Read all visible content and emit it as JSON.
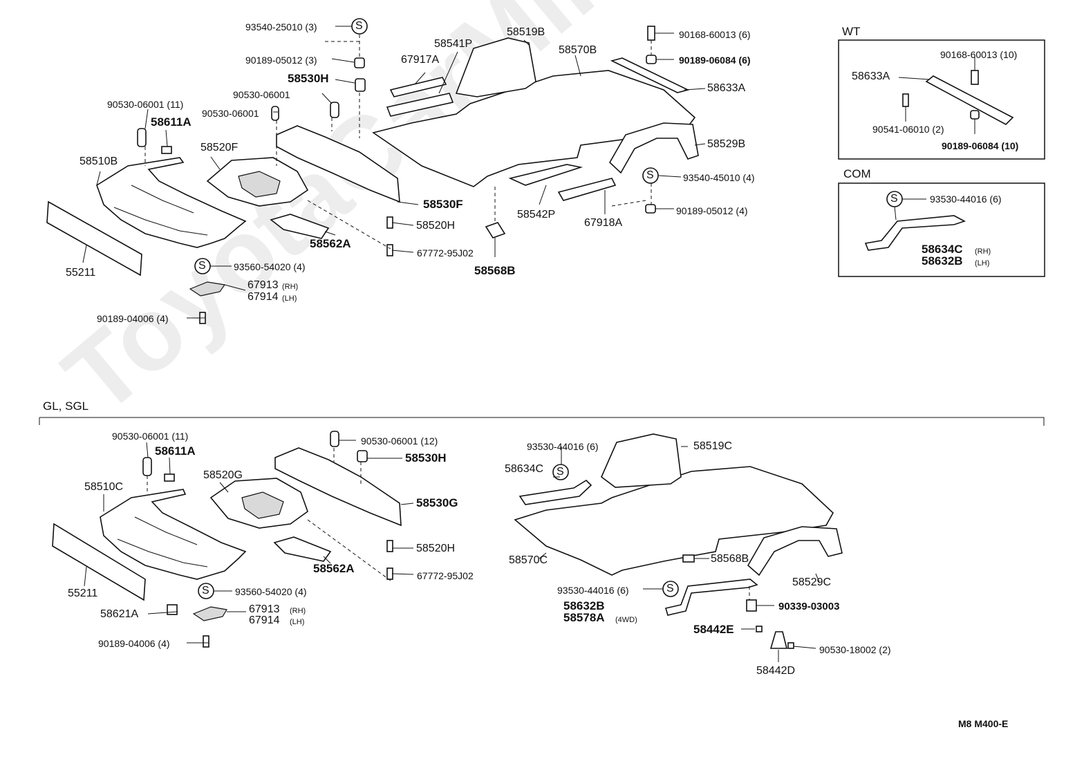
{
  "watermark": "ToyotaCarMine.ru",
  "diagram_code": "M8  M400-E",
  "sections": {
    "wt": "WT",
    "com": "COM",
    "gl_sgl": "GL, SGL"
  },
  "top": {
    "l1": "93540-25010 (3)",
    "l2": "90189-05012 (3)",
    "l3": "58530H",
    "l4": "90530-06001",
    "l5": "90530-06001",
    "l6": "90530-06001 (11)",
    "l7": "58611A",
    "l8": "58510B",
    "l9": "58520F",
    "l10": "58530F",
    "l11": "58520H",
    "l12": "67772-95J02",
    "l13": "58562A",
    "l14": "55211",
    "l15": "93560-54020 (4)",
    "l16": "67913",
    "l16s": "(RH)",
    "l17": "67914",
    "l17s": "(LH)",
    "l18": "90189-04006 (4)",
    "l19": "67917A",
    "l20": "58541P",
    "l21": "58519B",
    "l22": "58570B",
    "l23": "90168-60013 (6)",
    "l24": "90189-06084 (6)",
    "l25": "58633A",
    "l26": "58529B",
    "l27": "93540-45010 (4)",
    "l28": "90189-05012 (4)",
    "l29": "58542P",
    "l30": "67918A",
    "l31": "58568B"
  },
  "wt": {
    "l1": "58633A",
    "l2": "90168-60013 (10)",
    "l3": "90541-06010 (2)",
    "l4": "90189-06084 (10)"
  },
  "com": {
    "l1": "93530-44016 (6)",
    "l2": "58634C",
    "l2s": "(RH)",
    "l3": "58632B",
    "l3s": "(LH)"
  },
  "bottom": {
    "l1": "90530-06001 (11)",
    "l2": "58611A",
    "l3": "58510C",
    "l4": "58520G",
    "l5": "90530-06001 (12)",
    "l6": "58530H",
    "l7": "58530G",
    "l8": "58520H",
    "l9": "67772-95J02",
    "l10": "58562A",
    "l11": "55211",
    "l12": "93560-54020 (4)",
    "l13": "58621A",
    "l14": "67913",
    "l14s": "(RH)",
    "l15": "67914",
    "l15s": "(LH)",
    "l16": "90189-04006 (4)",
    "l17": "93530-44016 (6)",
    "l18": "58634C",
    "l19": "58519C",
    "l20": "58570C",
    "l21": "58568B",
    "l22": "58529C",
    "l23": "93530-44016 (6)",
    "l24": "58632B",
    "l25": "58578A",
    "l25s": "(4WD)",
    "l26": "90339-03003",
    "l27": "58442E",
    "l28": "90530-18002 (2)",
    "l29": "58442D"
  },
  "s_symbol": "S"
}
